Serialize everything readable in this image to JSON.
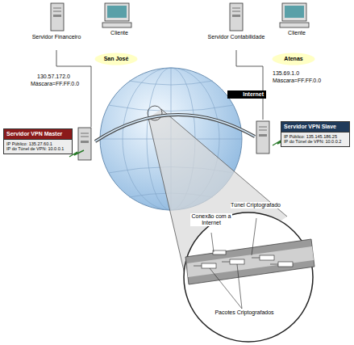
{
  "diagram": {
    "nodes": [
      {
        "text": [
          "Servidor Financeiro"
        ]
      },
      {
        "text": [
          "Cliente"
        ]
      },
      {
        "text": [
          "San José"
        ]
      },
      {
        "text": [
          "Servidor Contabilidade"
        ]
      },
      {
        "text": [
          "Cliente"
        ]
      },
      {
        "text": [
          "Atenas"
        ]
      },
      {
        "text": [
          "Servidor VPN Master",
          "IP Público: 135.27.60.1",
          "IP do Túnel de VPN: 10.0.0.1"
        ]
      },
      {
        "text": [
          "Servidor VPN Slave",
          "IP Público: 135.145.186.25",
          "IP do Túnel de VPN: 10.0.0.2"
        ]
      },
      {
        "text": [
          "Internet"
        ]
      }
    ],
    "edges": [
      {
        "from": 0,
        "to": 6,
        "arrow": "none"
      },
      {
        "from": 3,
        "to": 7,
        "arrow": "none"
      },
      {
        "from": 6,
        "to": 7,
        "arrow": "none"
      }
    ],
    "labels": [
      "130.57.172.0",
      "Máscara=FF.FF.0.0",
      "135.69.1.0",
      "Máscara=FF.FF.0.0",
      "Conexão com a Internet",
      "Túnel Criptografado",
      "Pacotes Criptografados"
    ]
  }
}
